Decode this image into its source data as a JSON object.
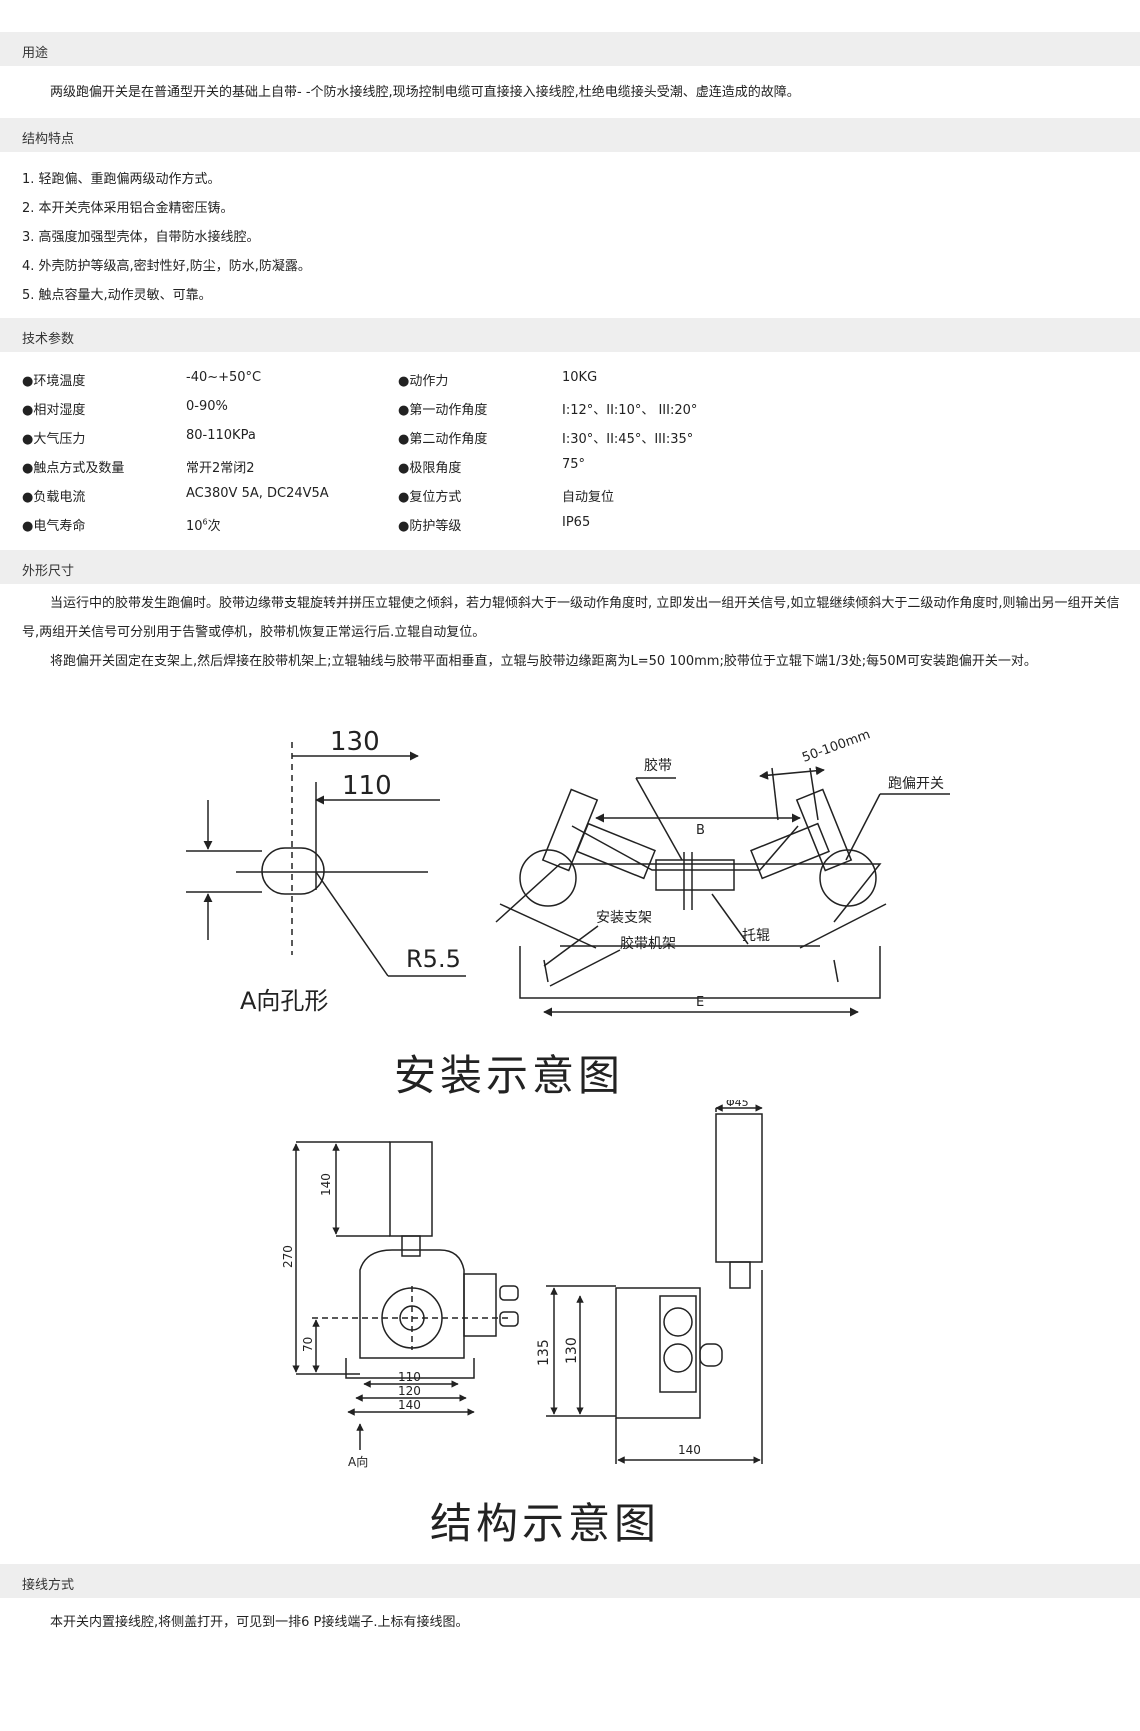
{
  "sections": {
    "usage": {
      "title": "用途",
      "text": "两级跑偏开关是在普通型开关的基础上自带- -个防水接线腔,现场控制电缆可直接接入接线腔,杜绝电缆接头受潮、虚连造成的故障。"
    },
    "features": {
      "title": "结构特点",
      "items": [
        "1. 轻跑偏、重跑偏两级动作方式。",
        "2. 本开关壳体采用铝合金精密压铸。",
        "3. 高强度加强型壳体，自带防水接线腔。",
        "4. 外壳防护等级高,密封性好,防尘，防水,防凝露。",
        "5. 触点容量大,动作灵敏、可靠。"
      ]
    },
    "tech": {
      "title": "技术参数",
      "rows": [
        {
          "l_label": "●环境温度",
          "l_value": "-40~+50°C",
          "r_label": "●动作力",
          "r_value": "10KG"
        },
        {
          "l_label": "●相对湿度",
          "l_value": "0-90%",
          "r_label": "●第一动作角度",
          "r_value": "I:12°、II:10°、 III:20°"
        },
        {
          "l_label": "●大气压力",
          "l_value": "80-110KPa",
          "r_label": "●第二动作角度",
          "r_value": "I:30°、II:45°、III:35°"
        },
        {
          "l_label": "●触点方式及数量",
          "l_value": "常开2常闭2",
          "r_label": "●极限角度",
          "r_value": "75°"
        },
        {
          "l_label": "●负载电流",
          "l_value": "AC380V 5A, DC24V5A",
          "r_label": "●复位方式",
          "r_value": "自动复位"
        },
        {
          "l_label": "●电气寿命",
          "l_value_base": "10",
          "l_value_sup": "6",
          "l_value_tail": "次",
          "r_label": "●防护等级",
          "r_value": "IP65"
        }
      ]
    },
    "dimensions": {
      "title": "外形尺寸",
      "p1": "当运行中的胶带发生跑偏时。胶带边缘带支辊旋转并拼压立辊使之倾斜，若力辊倾斜大于一级动作角度时, 立即发出一组开关信号,如立辊继续倾斜大于二级动作角度时,则输出另一组开关信号,两组开关信号可分别用于告警或停机，胶带机恢复正常运行后.立辊自动复位。",
      "p2": "将跑偏开关固定在支架上,然后焊接在胶带机架上;立辊轴线与胶带平面相垂直，立辊与胶带边缘距离为L=50 100mm;胶带位于立辊下端1/3处;每50M可安装跑偏开关一对。"
    },
    "wiring": {
      "title": "接线方式",
      "text": "本开关内置接线腔,将侧盖打开，可见到一排6 P接线端子.上标有接线图。"
    }
  },
  "figures": {
    "install": {
      "title": "安装示意图",
      "hole": {
        "dim_130": "130",
        "dim_110": "110",
        "radius": "R5.5",
        "caption": "A向孔形"
      },
      "labels": {
        "range": "50-100mm",
        "belt": "胶带",
        "switch": "跑偏开关",
        "B": "B",
        "bracket": "安装支架",
        "frame": "胶带机架",
        "roller": "托辊",
        "E": "E"
      }
    },
    "structure": {
      "title": "结构示意图",
      "dims": {
        "d140_top": "140",
        "d270": "270",
        "d70": "70",
        "d110": "110",
        "d120": "120",
        "d140_base": "140",
        "a_dir": "A向",
        "phi45": "Φ45",
        "d135": "135",
        "d130": "130",
        "d140_side": "140"
      }
    }
  }
}
